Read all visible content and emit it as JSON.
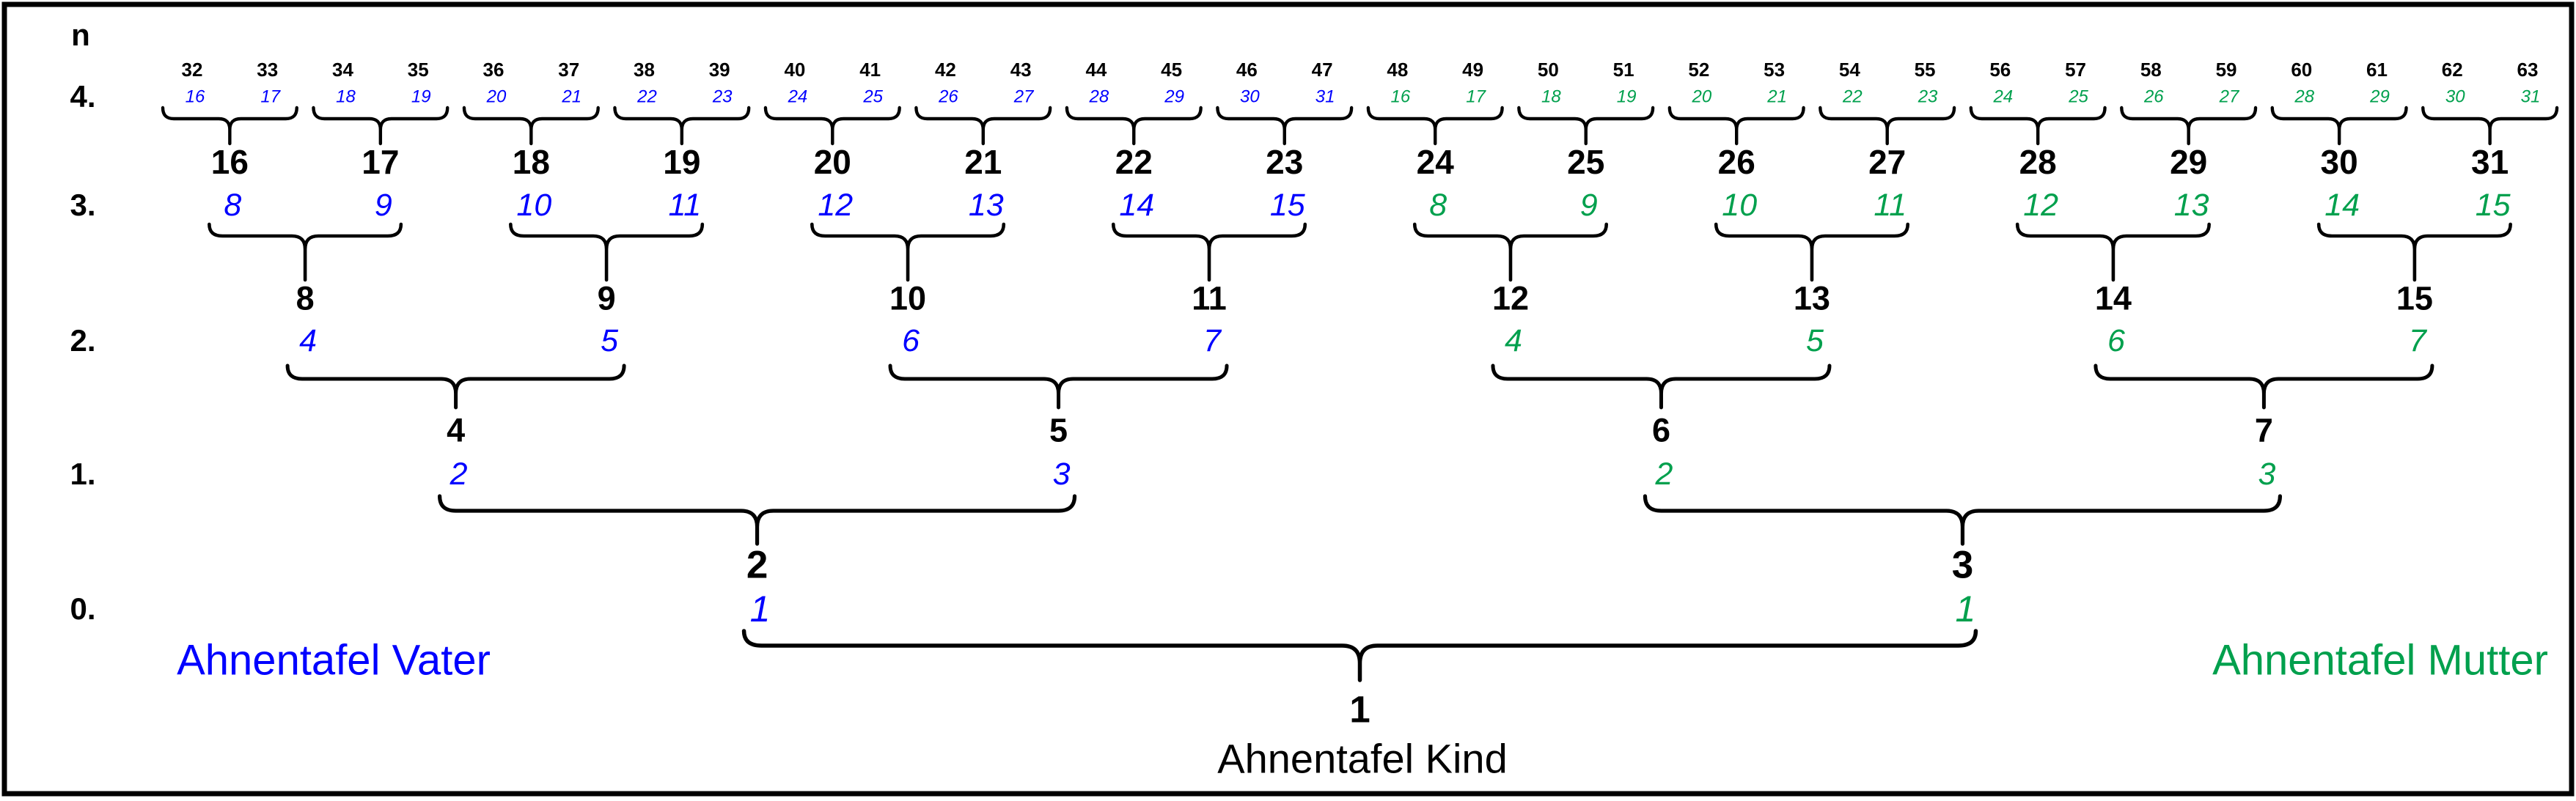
{
  "diagram": {
    "column_header": "n",
    "generation_labels": [
      "4.",
      "3.",
      "2.",
      "1.",
      "0."
    ],
    "father_label": "Ahnentafel Vater",
    "mother_label": "Ahnentafel Mutter",
    "child_label": "Ahnentafel Kind",
    "root_number": "1",
    "colors": {
      "father": "#0000FF",
      "mother": "#00A04D",
      "ink": "#000000",
      "background": "#FFFFFF"
    },
    "levels": [
      {
        "generation": "4.",
        "black": [
          32,
          33,
          34,
          35,
          36,
          37,
          38,
          39,
          40,
          41,
          42,
          43,
          44,
          45,
          46,
          47,
          48,
          49,
          50,
          51,
          52,
          53,
          54,
          55,
          56,
          57,
          58,
          59,
          60,
          61,
          62,
          63
        ],
        "italic": [
          16,
          17,
          18,
          19,
          20,
          21,
          22,
          23,
          24,
          25,
          26,
          27,
          28,
          29,
          30,
          31,
          16,
          17,
          18,
          19,
          20,
          21,
          22,
          23,
          24,
          25,
          26,
          27,
          28,
          29,
          30,
          31
        ]
      },
      {
        "generation": "3.",
        "black": [
          16,
          17,
          18,
          19,
          20,
          21,
          22,
          23,
          24,
          25,
          26,
          27,
          28,
          29,
          30,
          31
        ],
        "italic": [
          8,
          9,
          10,
          11,
          12,
          13,
          14,
          15,
          8,
          9,
          10,
          11,
          12,
          13,
          14,
          15
        ]
      },
      {
        "generation": "2.",
        "black": [
          8,
          9,
          10,
          11,
          12,
          13,
          14,
          15
        ],
        "italic": [
          4,
          5,
          6,
          7,
          4,
          5,
          6,
          7
        ]
      },
      {
        "generation": "1.",
        "black": [
          4,
          5,
          6,
          7
        ],
        "italic": [
          2,
          3,
          2,
          3
        ]
      },
      {
        "generation": "0.",
        "black": [
          2,
          3
        ],
        "italic": [
          1,
          1
        ]
      }
    ]
  }
}
